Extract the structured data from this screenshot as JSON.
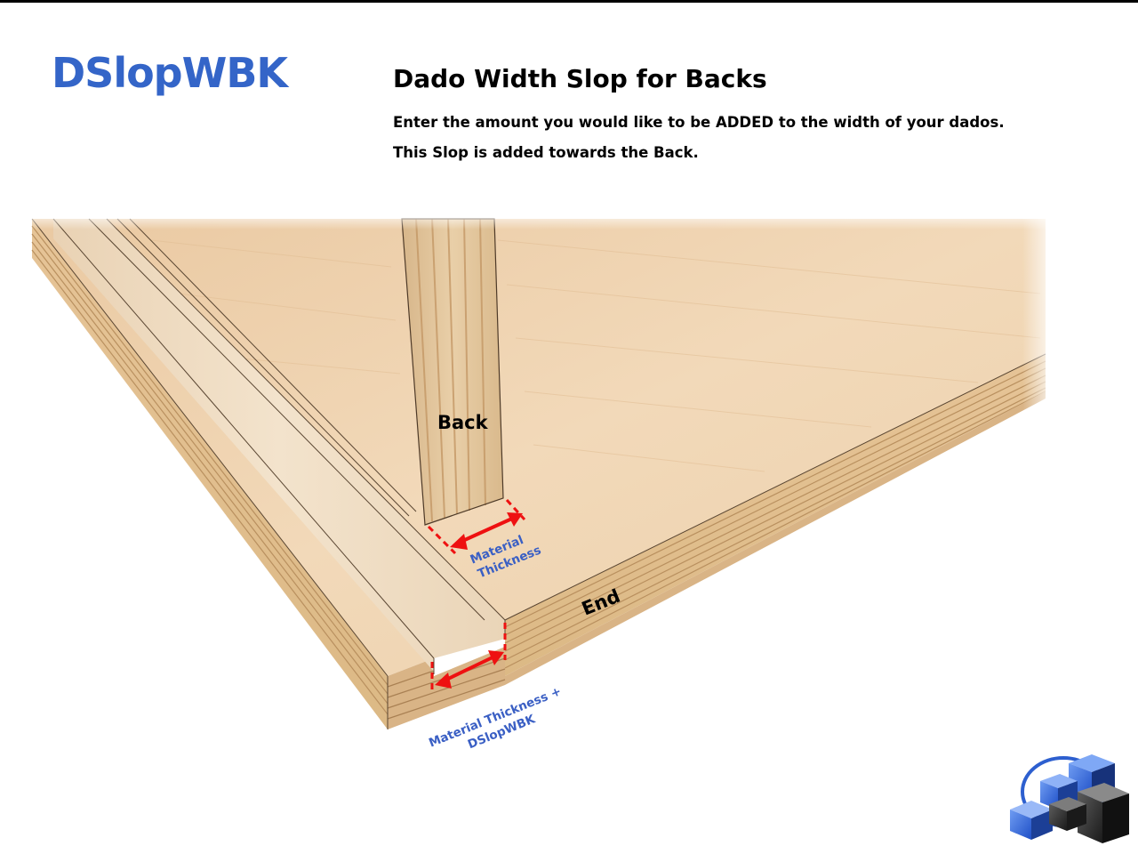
{
  "header": {
    "variable_name": "DSlopWBK",
    "title": "Dado Width Slop for Backs",
    "description_line_1": "Enter the amount you would like to be ADDED to the width of your dados.",
    "description_line_2": "This Slop is added towards the Back."
  },
  "diagram": {
    "labels": {
      "back": "Back",
      "end": "End",
      "material_thickness_line_1": "Material",
      "material_thickness_line_2": "Thickness",
      "dado_width_line_1": "Material Thickness +",
      "dado_width_line_2": "DSlopWBK"
    },
    "colors": {
      "title_blue": "#3465c8",
      "label_blue": "#3a5fc4",
      "dimension_red": "#ee1111",
      "wood_face": "#efd3b0",
      "wood_edge": "#e6c498"
    },
    "logo_icon": "cube-cluster-logo-icon"
  }
}
